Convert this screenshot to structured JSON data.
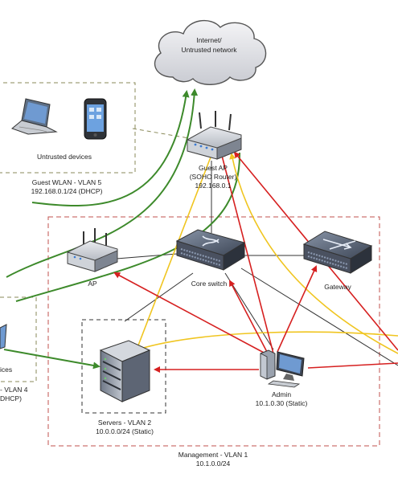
{
  "cloud": {
    "line1": "Internet/",
    "line2": "Untrusted network"
  },
  "guest_ap": {
    "name": "Guest AP",
    "type": "(SOHO Router)",
    "ip": "192.168.0.1"
  },
  "untrusted_devices": {
    "label": "Untrusted devices"
  },
  "guest_wlan": {
    "name": "Guest WLAN - VLAN 5",
    "subnet": "192.168.0.1/24 (DHCP)"
  },
  "ap": {
    "label": "AP"
  },
  "core_switch": {
    "label": "Core switch"
  },
  "gateway": {
    "label": "Gateway"
  },
  "left_vlan": {
    "devices": "ices",
    "name": "- VLAN 4",
    "subnet": "DHCP)"
  },
  "servers": {
    "name": "Servers - VLAN 2",
    "subnet": "10.0.0.0/24 (Static)"
  },
  "admin": {
    "name": "Admin",
    "ip": "10.1.0.30 (Static)"
  },
  "management": {
    "name": "Management - VLAN 1",
    "subnet": "10.1.0.0/24"
  },
  "colors": {
    "green": "#3d8a2b",
    "red": "#d62020",
    "yellow": "#f0c520",
    "zone_dash": "#c0504d",
    "guest_dash": "#8a8a5a"
  }
}
